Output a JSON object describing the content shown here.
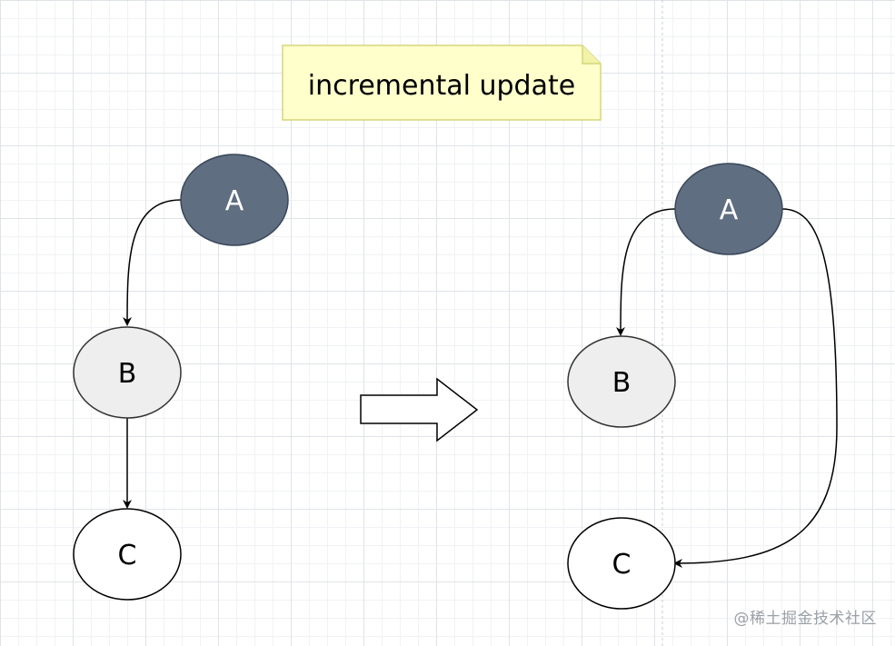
{
  "note": {
    "text": "incremental update",
    "fill": "#ffffcc",
    "stroke": "#d6d67a"
  },
  "colors": {
    "node_dark": "#5f6e80",
    "node_dark_stroke": "#39475a",
    "node_gray": "#eeeeee",
    "node_white": "#ffffff",
    "edge": "#000000"
  },
  "left_graph": {
    "node_a": "A",
    "node_b": "B",
    "node_c": "C"
  },
  "right_graph": {
    "node_a": "A",
    "node_b": "B",
    "node_c": "C"
  },
  "transition_icon": "right-arrow-icon",
  "watermark": "@稀土掘金技术社区"
}
